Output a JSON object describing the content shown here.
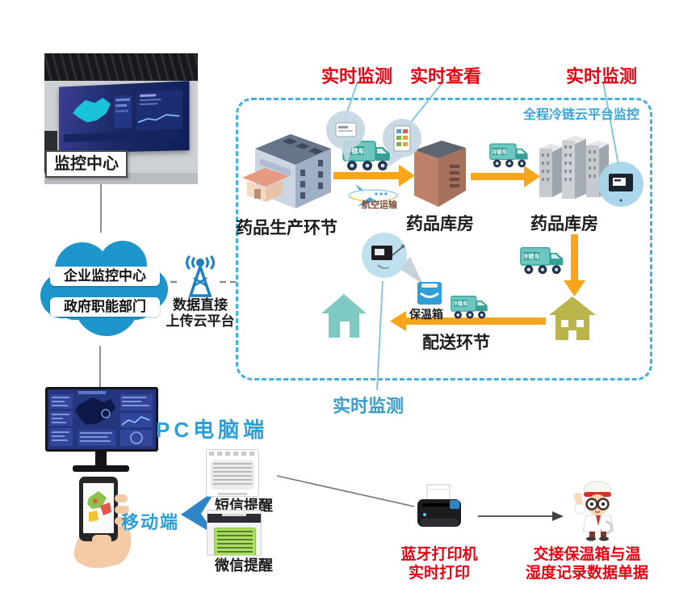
{
  "colors": {
    "red_label": "#e80311",
    "blue_label": "#2e9fd6",
    "teal_label": "#3a9cc9",
    "platform_border": "#41b1dd",
    "arrow_orange": "#f8a51b",
    "cloud_blue": "#1e96cc",
    "truck_teal": "#5bc0b7"
  },
  "monitoring_center": {
    "label": "监控中心"
  },
  "cloud": {
    "line1": "企业监控中心",
    "line2": "政府职能部门"
  },
  "antenna": {
    "caption_line1": "数据直接",
    "caption_line2": "上传云平台"
  },
  "platform": {
    "caption": "全程冷链云平台监控",
    "top_label_monitor1": "实时监测",
    "top_label_view": "实时查看",
    "top_label_monitor2": "实时监测",
    "bottom_label_monitor3": "实时监测",
    "production_label": "药品生产环节",
    "warehouse1_label": "药品库房",
    "warehouse2_label": "药品库房",
    "air_transport_label": "航空运输",
    "cold_truck_label": "冷链车",
    "cooler_box_label": "保温箱",
    "delivery_label": "配送环节"
  },
  "clients": {
    "pc_label": "PC电脑端",
    "mobile_label": "移动端",
    "sms_label": "短信提醒",
    "wechat_label": "微信提醒"
  },
  "printer": {
    "line1": "蓝牙打印机",
    "line2": "实时打印"
  },
  "handover": {
    "line1": "交接保温箱与温",
    "line2": "湿度记录数据单据"
  }
}
